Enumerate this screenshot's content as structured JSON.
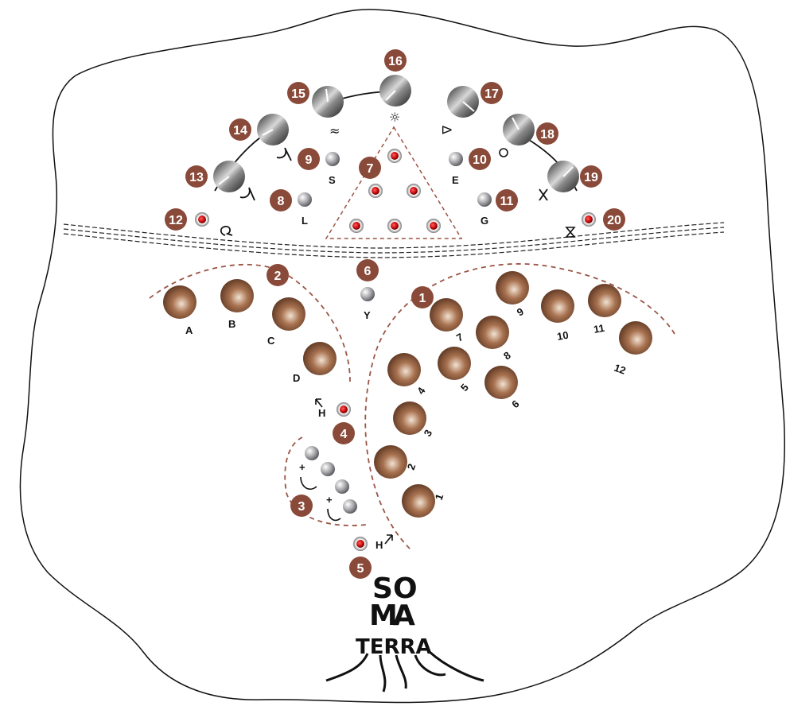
{
  "colors": {
    "badge": "#8a4a3a",
    "dash": "#9a5545",
    "led": "#d01010",
    "pad_dark": "#6d4026",
    "pad_light": "#c8a080"
  },
  "badges": [
    "1",
    "2",
    "3",
    "4",
    "5",
    "6",
    "7",
    "8",
    "9",
    "10",
    "11",
    "12",
    "13",
    "14",
    "15",
    "16",
    "17",
    "18",
    "19",
    "20"
  ],
  "pads_letters": [
    "A",
    "B",
    "C",
    "D"
  ],
  "pads_numbers": [
    "1",
    "2",
    "3",
    "4",
    "5",
    "6",
    "7",
    "8",
    "9",
    "10",
    "11",
    "12"
  ],
  "small_labels": {
    "s": "S",
    "l": "L",
    "e": "E",
    "g": "G",
    "y": "Y",
    "h_top": "H",
    "h_bottom": "H",
    "plus": "+",
    "plus2": "+"
  },
  "icons": {
    "wave": "≈",
    "sun": "☼",
    "delta": "∆"
  },
  "brand": {
    "line1a": "S",
    "line1b": "O",
    "line2a": "M",
    "line2b": "A",
    "terra": "TERRA"
  }
}
